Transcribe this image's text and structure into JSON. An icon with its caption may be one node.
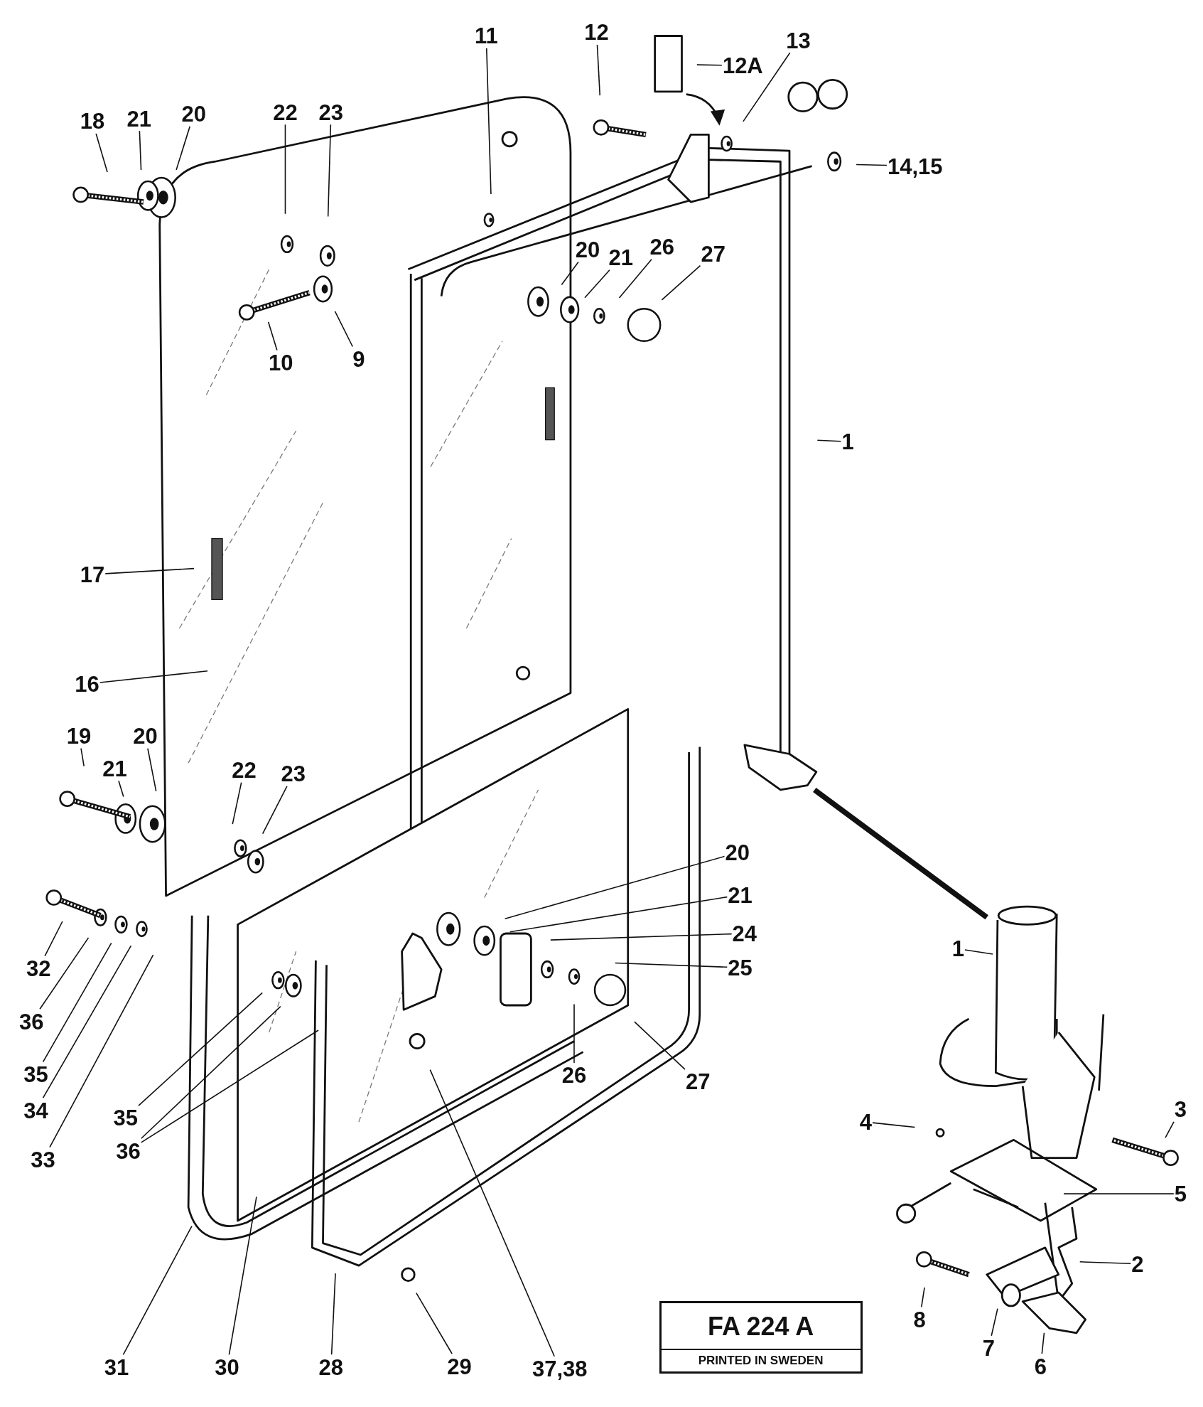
{
  "diagram": {
    "nodes": [
      {
        "text": [
          "11"
        ]
      },
      {
        "text": [
          "12"
        ]
      },
      {
        "text": [
          "12A"
        ]
      },
      {
        "text": [
          "13"
        ]
      },
      {
        "text": [
          "14,15"
        ]
      },
      {
        "text": [
          "18"
        ]
      },
      {
        "text": [
          "21"
        ]
      },
      {
        "text": [
          "20"
        ]
      },
      {
        "text": [
          "22"
        ]
      },
      {
        "text": [
          "23"
        ]
      },
      {
        "text": [
          "20"
        ]
      },
      {
        "text": [
          "21"
        ]
      },
      {
        "text": [
          "26"
        ]
      },
      {
        "text": [
          "27"
        ]
      },
      {
        "text": [
          "10"
        ]
      },
      {
        "text": [
          "9"
        ]
      },
      {
        "text": [
          "1"
        ]
      },
      {
        "text": [
          "17"
        ]
      },
      {
        "text": [
          "16"
        ]
      },
      {
        "text": [
          "19"
        ]
      },
      {
        "text": [
          "20"
        ]
      },
      {
        "text": [
          "21"
        ]
      },
      {
        "text": [
          "22"
        ]
      },
      {
        "text": [
          "23"
        ]
      },
      {
        "text": [
          "20"
        ]
      },
      {
        "text": [
          "21"
        ]
      },
      {
        "text": [
          "24"
        ]
      },
      {
        "text": [
          "1"
        ]
      },
      {
        "text": [
          "32"
        ]
      },
      {
        "text": [
          "25"
        ]
      },
      {
        "text": [
          "36"
        ]
      },
      {
        "text": [
          "35"
        ]
      },
      {
        "text": [
          "26"
        ]
      },
      {
        "text": [
          "27"
        ]
      },
      {
        "text": [
          "34"
        ]
      },
      {
        "text": [
          "35"
        ]
      },
      {
        "text": [
          "4"
        ]
      },
      {
        "text": [
          "3"
        ]
      },
      {
        "text": [
          "36"
        ]
      },
      {
        "text": [
          "33"
        ]
      },
      {
        "text": [
          "5"
        ]
      },
      {
        "text": [
          "2"
        ]
      },
      {
        "text": [
          "8"
        ]
      },
      {
        "text": [
          "7"
        ]
      },
      {
        "text": [
          "6"
        ]
      },
      {
        "text": [
          "31"
        ]
      },
      {
        "text": [
          "30"
        ]
      },
      {
        "text": [
          "28"
        ]
      },
      {
        "text": [
          "29"
        ]
      },
      {
        "text": [
          "37,38"
        ]
      },
      {
        "text": [
          "FA 224 A",
          "PRINTED IN SWEDEN"
        ]
      }
    ],
    "edges": [
      {
        "from": 0,
        "to": null,
        "arrow": "none"
      },
      {
        "from": 1,
        "to": null,
        "arrow": "none"
      },
      {
        "from": 2,
        "to": null,
        "arrow": "none"
      },
      {
        "from": 3,
        "to": null,
        "arrow": "none"
      },
      {
        "from": 4,
        "to": null,
        "arrow": "none"
      },
      {
        "from": 5,
        "to": null,
        "arrow": "none"
      },
      {
        "from": 6,
        "to": null,
        "arrow": "none"
      },
      {
        "from": 7,
        "to": null,
        "arrow": "none"
      },
      {
        "from": 8,
        "to": null,
        "arrow": "none"
      },
      {
        "from": 9,
        "to": null,
        "arrow": "none"
      },
      {
        "from": 10,
        "to": null,
        "arrow": "none"
      },
      {
        "from": 11,
        "to": null,
        "arrow": "none"
      },
      {
        "from": 12,
        "to": null,
        "arrow": "none"
      },
      {
        "from": 13,
        "to": null,
        "arrow": "none"
      },
      {
        "from": 14,
        "to": null,
        "arrow": "none"
      },
      {
        "from": 15,
        "to": null,
        "arrow": "none"
      },
      {
        "from": 16,
        "to": null,
        "arrow": "none"
      },
      {
        "from": 17,
        "to": null,
        "arrow": "none"
      },
      {
        "from": 18,
        "to": null,
        "arrow": "none"
      },
      {
        "from": 19,
        "to": null,
        "arrow": "none"
      },
      {
        "from": 20,
        "to": null,
        "arrow": "none"
      },
      {
        "from": 21,
        "to": null,
        "arrow": "none"
      },
      {
        "from": 22,
        "to": null,
        "arrow": "none"
      },
      {
        "from": 23,
        "to": null,
        "arrow": "none"
      },
      {
        "from": 24,
        "to": null,
        "arrow": "none"
      },
      {
        "from": 25,
        "to": null,
        "arrow": "none"
      },
      {
        "from": 26,
        "to": null,
        "arrow": "none"
      },
      {
        "from": 27,
        "to": null,
        "arrow": "none"
      },
      {
        "from": 28,
        "to": null,
        "arrow": "none"
      },
      {
        "from": 29,
        "to": null,
        "arrow": "none"
      },
      {
        "from": 30,
        "to": null,
        "arrow": "none"
      },
      {
        "from": 31,
        "to": null,
        "arrow": "none"
      },
      {
        "from": 32,
        "to": null,
        "arrow": "none"
      },
      {
        "from": 33,
        "to": null,
        "arrow": "none"
      },
      {
        "from": 34,
        "to": null,
        "arrow": "none"
      },
      {
        "from": 35,
        "to": null,
        "arrow": "none"
      },
      {
        "from": 36,
        "to": null,
        "arrow": "none"
      },
      {
        "from": 37,
        "to": null,
        "arrow": "none"
      },
      {
        "from": 38,
        "to": null,
        "arrow": "none"
      },
      {
        "from": 38,
        "to": null,
        "arrow": "none"
      },
      {
        "from": 39,
        "to": null,
        "arrow": "none"
      },
      {
        "from": 40,
        "to": null,
        "arrow": "none"
      },
      {
        "from": 41,
        "to": null,
        "arrow": "none"
      },
      {
        "from": 42,
        "to": null,
        "arrow": "none"
      },
      {
        "from": 43,
        "to": null,
        "arrow": "none"
      },
      {
        "from": 44,
        "to": null,
        "arrow": "none"
      },
      {
        "from": 45,
        "to": null,
        "arrow": "none"
      },
      {
        "from": 46,
        "to": null,
        "arrow": "none"
      },
      {
        "from": 47,
        "to": null,
        "arrow": "none"
      },
      {
        "from": 48,
        "to": null,
        "arrow": "none"
      },
      {
        "from": 49,
        "to": null,
        "arrow": "none"
      }
    ]
  }
}
